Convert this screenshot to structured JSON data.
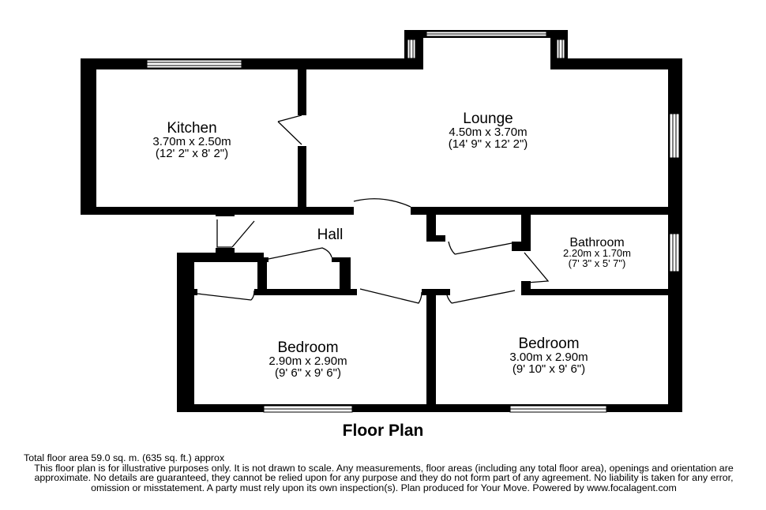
{
  "rooms": {
    "kitchen": {
      "name": "Kitchen",
      "metric": "3.70m x 2.50m",
      "imperial": "(12' 2\" x 8' 2\")"
    },
    "lounge": {
      "name": "Lounge",
      "metric": "4.50m x 3.70m",
      "imperial": "(14' 9\" x 12' 2\")"
    },
    "hall": {
      "name": "Hall"
    },
    "bathroom": {
      "name": "Bathroom",
      "metric": "2.20m x 1.70m",
      "imperial": "(7' 3\" x 5' 7\")"
    },
    "bedroom1": {
      "name": "Bedroom",
      "metric": "2.90m x 2.90m",
      "imperial": "(9' 6\" x 9' 6\")"
    },
    "bedroom2": {
      "name": "Bedroom",
      "metric": "3.00m x 2.90m",
      "imperial": "(9' 10\" x 9' 6\")"
    }
  },
  "title": "Floor Plan",
  "footer": {
    "total_area": "Total floor area 59.0 sq. m. (635 sq. ft.) approx",
    "disclaimer": "This floor plan is for illustrative purposes only. It is not drawn to scale. Any measurements, floor areas (including any total floor area), openings and orientation are approximate. No details are guaranteed, they cannot be relied upon for any purpose and they do not form part of any agreement. No liability is taken for any error, omission or misstatement. A party must rely upon its own inspection(s). Plan produced for Your Move. Powered by www.focalagent.com"
  }
}
